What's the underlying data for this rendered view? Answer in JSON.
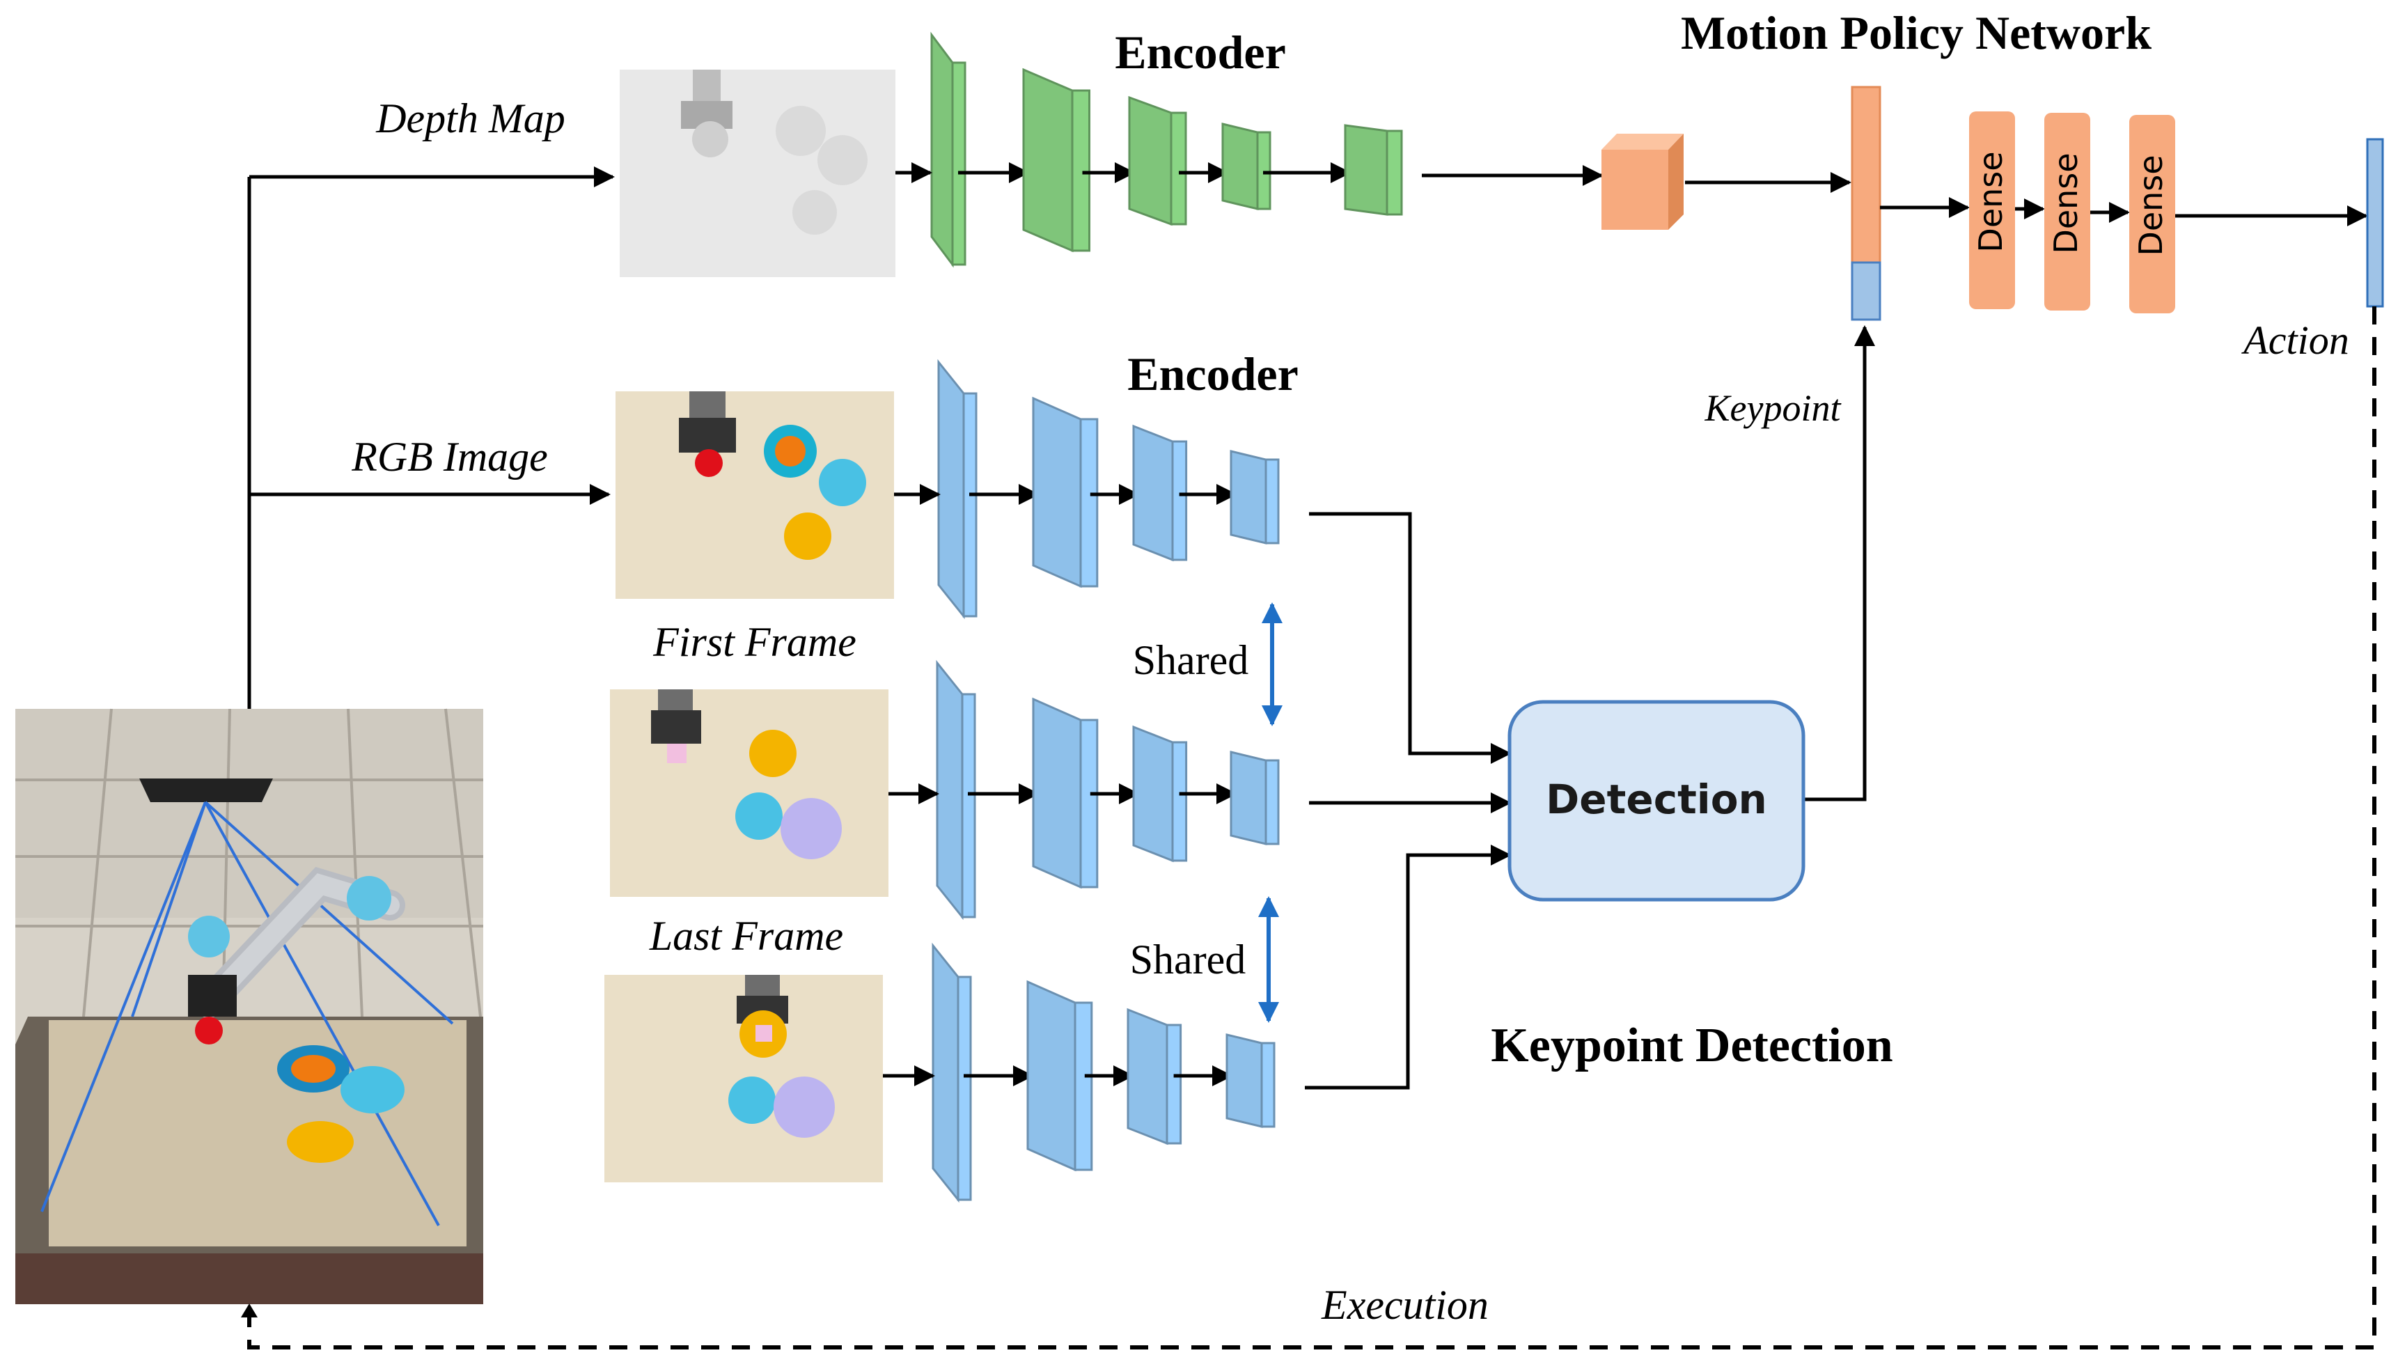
{
  "title": "Motion Policy Network",
  "inputs": {
    "depth": "Depth Map",
    "rgb": "RGB Image",
    "first": "First Frame",
    "last": "Last Frame"
  },
  "encoders": {
    "top": "Encoder",
    "mid": "Encoder"
  },
  "shared": [
    "Shared",
    "Shared"
  ],
  "detection": "Detection",
  "keypoint_label": "Keypoint",
  "keypoint_section": "Keypoint Detection",
  "dense": [
    "Dense",
    "Dense",
    "Dense"
  ],
  "action": "Action",
  "execution": "Execution",
  "colors": {
    "green": "#7fc57a",
    "blue": "#8ec0ea",
    "orange": "#f7aa7e",
    "detection_fill": "#d7e6f6",
    "detection_stroke": "#4a7fc0",
    "shared_arrow": "#1f6fc6"
  }
}
